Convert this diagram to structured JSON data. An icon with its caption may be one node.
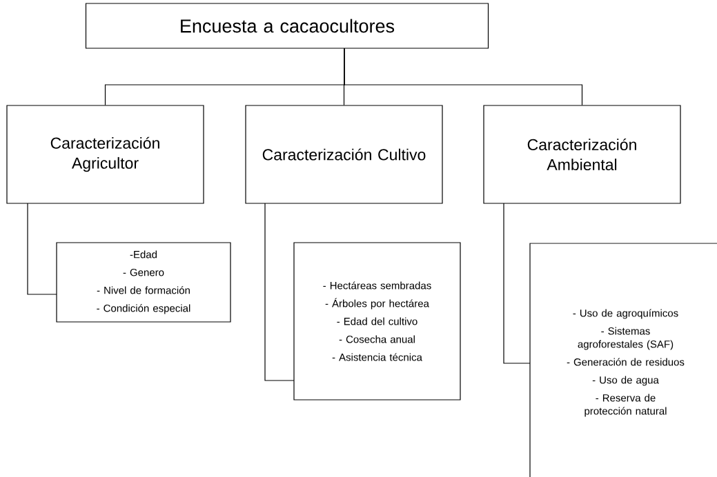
{
  "diagram": {
    "nodes": [
      {
        "text": [
          "Encuesta a cacaocultores"
        ]
      },
      {
        "text": [
          "Caracterización Agricultor"
        ]
      },
      {
        "text": [
          "Caracterización Cultivo"
        ]
      },
      {
        "text": [
          "Caracterización Ambiental"
        ]
      },
      {
        "text": [
          "-Edad",
          "- Genero",
          "- Nivel de formación",
          "- Condición especial"
        ]
      },
      {
        "text": [
          "- Hectáreas sembradas",
          "- Árboles por hectárea",
          "- Edad del cultivo",
          "- Cosecha anual",
          "- Asistencia técnica"
        ]
      },
      {
        "text": [
          "- Uso de agroquímicos",
          "- Sistemas agroforestales (SAF)",
          "- Generación de residuos",
          "- Uso de agua",
          "- Reserva de protección natural"
        ]
      }
    ],
    "edges": [
      {
        "from": 0,
        "to": 1,
        "arrow": "none"
      },
      {
        "from": 0,
        "to": 2,
        "arrow": "none"
      },
      {
        "from": 0,
        "to": 3,
        "arrow": "none"
      },
      {
        "from": 1,
        "to": 4,
        "arrow": "none"
      },
      {
        "from": 2,
        "to": 5,
        "arrow": "none"
      },
      {
        "from": 3,
        "to": 6,
        "arrow": "none"
      }
    ]
  }
}
